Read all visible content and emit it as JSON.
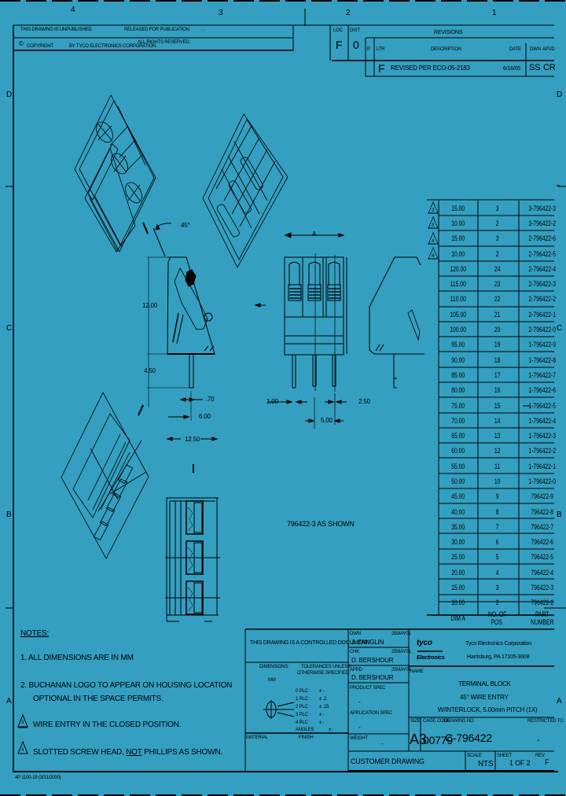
{
  "border": {
    "zone_columns": [
      "4",
      "3",
      "2",
      "1"
    ],
    "zone_rows_left": [
      "D",
      "C",
      "B",
      "A"
    ],
    "zone_rows_right": [
      "D",
      "C",
      "B",
      "A"
    ]
  },
  "header": {
    "unpublished_notice": "THIS DRAWING IS UNPUBLISHED.",
    "released_label": "RELEASED FOR PUBLICATION",
    "released_value": ".  .",
    "copyright_symbol": "©",
    "copyright_label": "COPYRIGHT",
    "copyright_year": "-",
    "copyright_owner": "BY TYCO ELECTRONICS CORPORATION.",
    "rights": "ALL RIGHTS RESERVED."
  },
  "revisions": {
    "title": "REVISIONS",
    "loc_label": "LOC",
    "dist_label": "DIST",
    "loc_value": "F",
    "dist_value": "0",
    "columns": {
      "p": "P",
      "ltr": "LTR",
      "description": "DESCRIPTION",
      "date": "DATE",
      "dwn": "DWN",
      "apvd": "APVD"
    },
    "rows": [
      {
        "ltr": "F",
        "description": "REVISED PER ECO-05-2183",
        "date": "6/16/05",
        "dwn": "SS",
        "apvd": "CR"
      }
    ]
  },
  "views": {
    "angle_label": "45°",
    "dim_height": "12.00",
    "dim_pin_length": "4.50",
    "dim_pin_width": ".70",
    "dim_pin_offset": "6.00",
    "dim_depth": "12.50",
    "dim_a": "A",
    "dim_pin_dia": "1.00",
    "dim_pitch": "5.00",
    "dim_edge": "2.50",
    "as_shown": "796422-3 AS SHOWN",
    "section_marker": "I"
  },
  "parts_table": {
    "headers": {
      "dim_a": "DIM A",
      "num_pos": "NO. OF POS.",
      "part_number": "PART NUMBER"
    },
    "rows": [
      {
        "flag": "3",
        "dim_a": "15.00",
        "pos": "3",
        "pn": "3-796422-3"
      },
      {
        "flag": "3",
        "dim_a": "10.00",
        "pos": "2",
        "pn": "3-796422-2"
      },
      {
        "flag": "4",
        "dim_a": "15.00",
        "pos": "3",
        "pn": "2-796422-6"
      },
      {
        "flag": "4",
        "dim_a": "10.00",
        "pos": "2",
        "pn": "2-796422-5"
      },
      {
        "flag": "",
        "dim_a": "120.00",
        "pos": "24",
        "pn": "2-796422-4"
      },
      {
        "flag": "",
        "dim_a": "115.00",
        "pos": "23",
        "pn": "2-796422-3"
      },
      {
        "flag": "",
        "dim_a": "110.00",
        "pos": "22",
        "pn": "2-796422-2"
      },
      {
        "flag": "",
        "dim_a": "105.00",
        "pos": "21",
        "pn": "2-796422-1"
      },
      {
        "flag": "",
        "dim_a": "100.00",
        "pos": "20",
        "pn": "2-796422-0"
      },
      {
        "flag": "",
        "dim_a": "95.00",
        "pos": "19",
        "pn": "1-796422-9"
      },
      {
        "flag": "",
        "dim_a": "90.00",
        "pos": "18",
        "pn": "1-796422-8"
      },
      {
        "flag": "",
        "dim_a": "85.00",
        "pos": "17",
        "pn": "1-796422-7"
      },
      {
        "flag": "",
        "dim_a": "80.00",
        "pos": "16",
        "pn": "1-796422-6"
      },
      {
        "flag": "",
        "dim_a": "75.00",
        "pos": "15",
        "pn": "1-796422-5"
      },
      {
        "flag": "",
        "dim_a": "70.00",
        "pos": "14",
        "pn": "1-796422-4"
      },
      {
        "flag": "",
        "dim_a": "65.00",
        "pos": "13",
        "pn": "1-796422-3"
      },
      {
        "flag": "",
        "dim_a": "60.00",
        "pos": "12",
        "pn": "1-796422-2"
      },
      {
        "flag": "",
        "dim_a": "55.00",
        "pos": "11",
        "pn": "1-796422-1"
      },
      {
        "flag": "",
        "dim_a": "50.00",
        "pos": "10",
        "pn": "1-796422-0"
      },
      {
        "flag": "",
        "dim_a": "45.00",
        "pos": "9",
        "pn": "796422-9"
      },
      {
        "flag": "",
        "dim_a": "40.00",
        "pos": "8",
        "pn": "796422-8"
      },
      {
        "flag": "",
        "dim_a": "35.00",
        "pos": "7",
        "pn": "796422-7"
      },
      {
        "flag": "",
        "dim_a": "30.00",
        "pos": "6",
        "pn": "796422-6"
      },
      {
        "flag": "",
        "dim_a": "25.00",
        "pos": "5",
        "pn": "796422-5"
      },
      {
        "flag": "",
        "dim_a": "20.00",
        "pos": "4",
        "pn": "796422-4"
      },
      {
        "flag": "",
        "dim_a": "15.00",
        "pos": "3",
        "pn": "796422-3"
      },
      {
        "flag": "",
        "dim_a": "10.00",
        "pos": "2",
        "pn": "796422-2"
      }
    ]
  },
  "notes": {
    "title": "NOTES:",
    "items": [
      "1. ALL DIMENSIONS ARE IN MM",
      "2. BUCHANAN LOGO TO APPEAR ON HOUSING LOCATION",
      "OPTIONAL IN THE SPACE PERMITS.",
      "WIRE ENTRY IN THE CLOSED POSITION.",
      "SLOTTED SCREW HEAD, NOT PHILLIPS AS SHOWN."
    ],
    "flag_3": "3",
    "flag_4": "4",
    "note4_pre": "SLOTTED SCREW HEAD, ",
    "note4_underlined": "NOT",
    "note4_post": " PHILLIPS AS SHOWN."
  },
  "footer_code": "4P 1100-19 (3/31/2000)",
  "title_block": {
    "controlled_doc": "THIS DRAWING IS A CONTROLLED DOCUMENT.",
    "dimensions_label": "DIMENSIONS:",
    "tolerances_label": "TOLERANCES UNLESS",
    "otherwise_label": "OTHERWISE SPECIFIED:",
    "mm_label": "MM",
    "tolerances": [
      {
        "place": "0 PLC",
        "tol": "±  -"
      },
      {
        "place": "1 PLC",
        "tol": "± .2"
      },
      {
        "place": "2 PLC",
        "tol": "± .15"
      },
      {
        "place": "3 PLC",
        "tol": "±  -"
      },
      {
        "place": "4 PLC",
        "tol": "±  -"
      },
      {
        "place": "ANGLES",
        "tol": "±  -"
      }
    ],
    "material_label": "MATERIAL",
    "finish_label": "FINISH",
    "dwn_label": "DWN",
    "dwn_name": "J. ZANGLIN",
    "dwn_date": "25MAY01",
    "chk_label": "CHK",
    "chk_name": "D. BERSHOUR",
    "chk_date": "25MAY01",
    "appd_label": "APPD",
    "appd_name": "D. BERSHOUR",
    "appd_date": "25MAY01",
    "product_spec_label": "PRODUCT SPEC",
    "product_spec_value": "-",
    "application_spec_label": "APPLICATION SPEC",
    "application_spec_value": "-",
    "weight_label": "WEIGHT",
    "weight_value": "-",
    "company_logo_top": "tyco",
    "company_logo_bottom": "Electronics",
    "company_name": "Tyco Electronics Corporation",
    "company_address": "Harrisburg, PA 17105-3608",
    "name_label": "NAME",
    "title_line1": "TERMINAL BLOCK",
    "title_line2": "45° WIRE ENTRY",
    "title_line3": "W/INTERLOCK, 5.00mm PITCH (1X)",
    "size_label": "SIZE",
    "size_value": "A3",
    "cage_code_label": "CAGE CODE",
    "drawing_no_label": "DRAWING NO",
    "cage_code": "00779",
    "drawing_no": "C-796422",
    "restricted_label": "RESTRICTED TO",
    "restricted_value": "-",
    "customer_drawing": "CUSTOMER DRAWING",
    "scale_label": "SCALE",
    "scale_value": "NTS",
    "sheet_label": "SHEET",
    "sheet_value": "1  OF  2",
    "rev_label": "REV",
    "rev_value": "F"
  },
  "colors": {
    "background": "#349fc0",
    "ink": "#000000"
  }
}
